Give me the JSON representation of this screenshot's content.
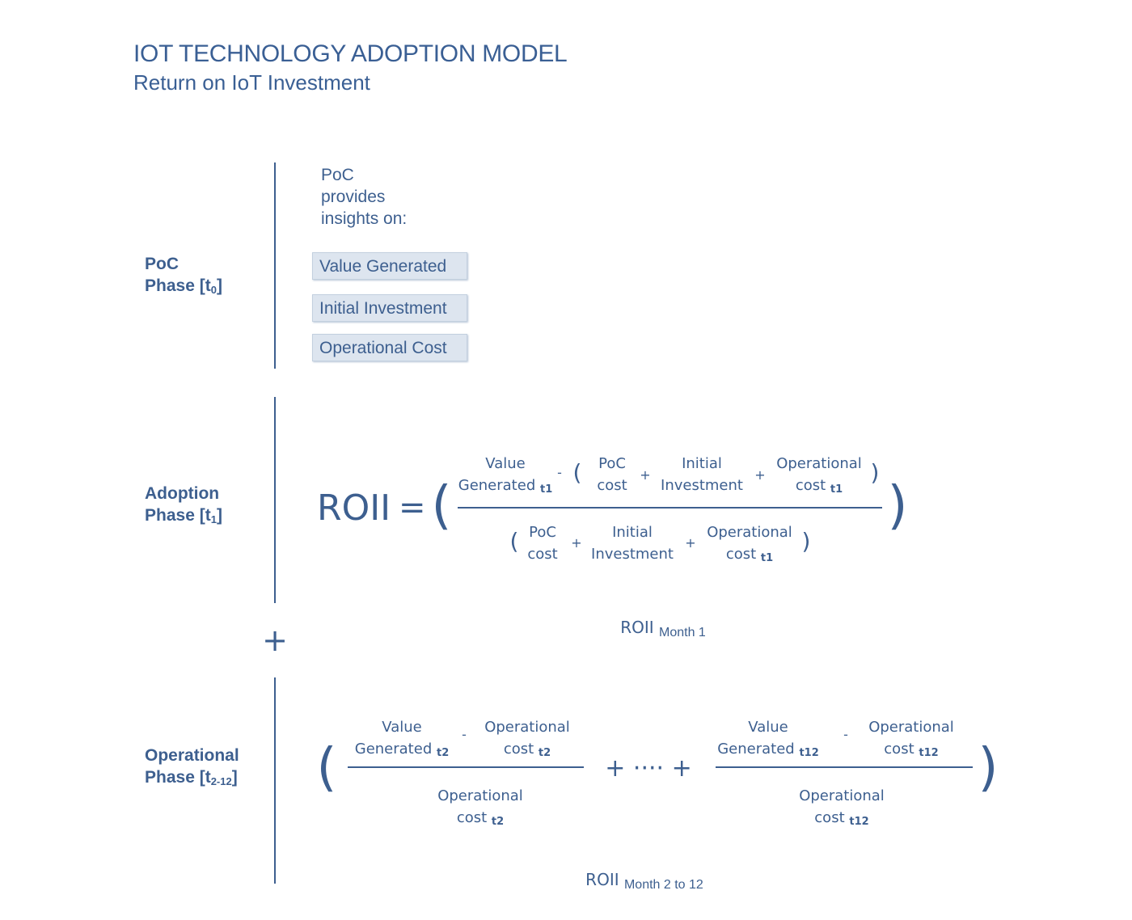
{
  "header": {
    "title": "IOT TECHNOLOGY ADOPTION MODEL",
    "subtitle": "Return on IoT Investment"
  },
  "poc_phase": {
    "label_line1": "PoC",
    "label_line2": "Phase [t",
    "label_sub": "0",
    "label_end": "]",
    "intro_line1": "PoC",
    "intro_line2": "provides",
    "intro_line3": "insights on:",
    "insights": [
      "Value Generated",
      "Initial Investment",
      "Operational Cost"
    ]
  },
  "adoption_phase": {
    "label_line1": "Adoption",
    "label_line2": "Phase [t",
    "label_sub": "1",
    "label_end": "]",
    "formula": {
      "lhs": "ROII",
      "equals": "=",
      "open_paren": "(",
      "close_paren": ")",
      "small_open": "(",
      "small_close": ")",
      "minus": "-",
      "plus": "+",
      "value_line1": "Value",
      "value_line2": "Generated",
      "value_sub": "t1",
      "poc_line1": "PoC",
      "poc_line2": "cost",
      "init_line1": "Initial",
      "init_line2": "Investment",
      "opcost_line1": "Operational",
      "opcost_line2": "cost",
      "opcost_sub": "t1"
    },
    "result_label": "ROII",
    "result_sub": "Month 1"
  },
  "joiner_plus": "+",
  "operational_phase": {
    "label_line1": "Operational",
    "label_line2": "Phase [t",
    "label_sub": "2-12",
    "label_end": "]",
    "formula": {
      "open_paren": "(",
      "close_paren": ")",
      "minus": "-",
      "middle": "+ ···· +",
      "value_line1": "Value",
      "value_line2": "Generated",
      "opcost_line1": "Operational",
      "opcost_line2": "cost",
      "left_sub": "t2",
      "right_sub": "t12"
    },
    "result_label": "ROII",
    "result_sub": "Month 2 to 12"
  }
}
